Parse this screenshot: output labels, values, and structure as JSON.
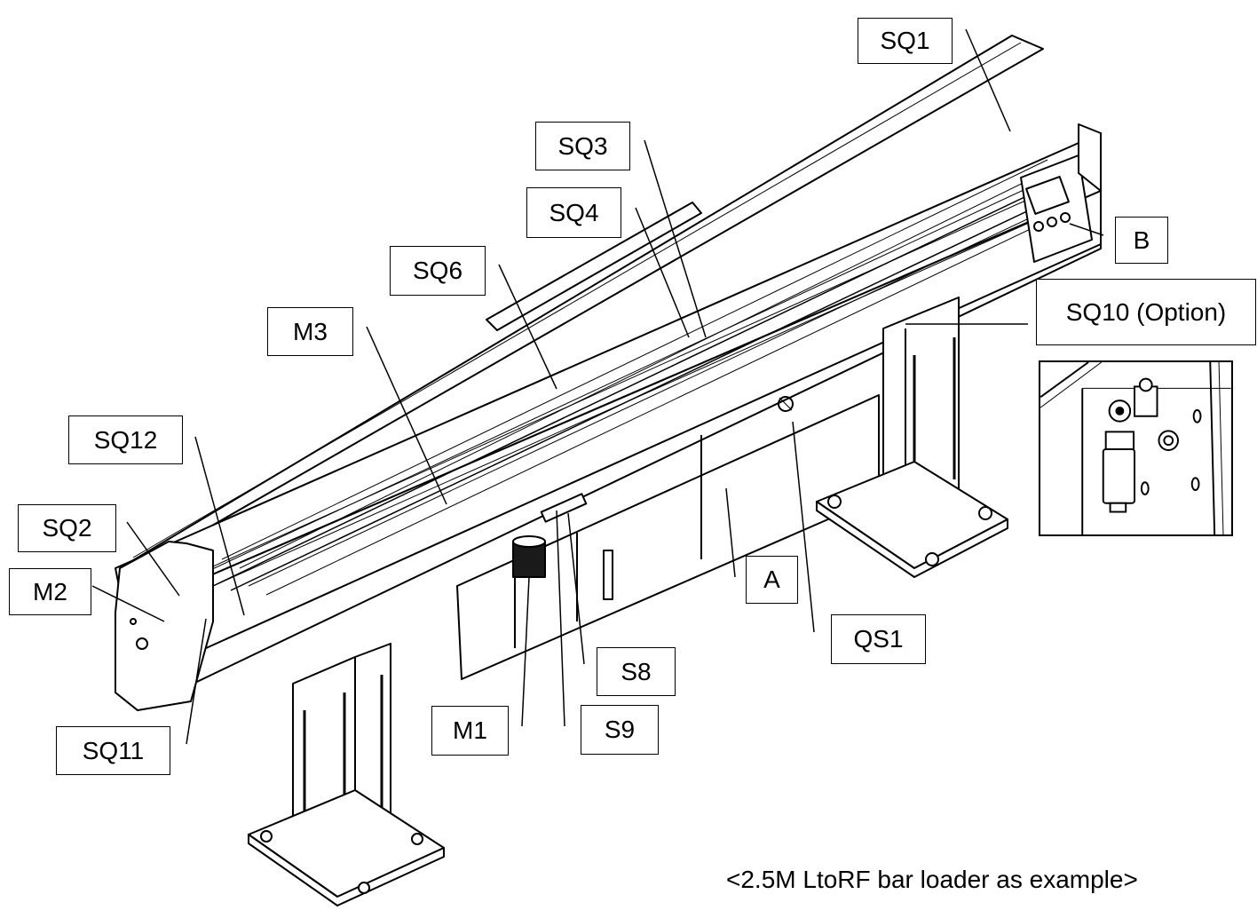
{
  "labels": {
    "sq1": "SQ1",
    "sq3": "SQ3",
    "sq4": "SQ4",
    "sq6": "SQ6",
    "m3": "M3",
    "sq12": "SQ12",
    "sq2": "SQ2",
    "m2": "M2",
    "sq11": "SQ11",
    "m1": "M1",
    "s9": "S9",
    "s8": "S8",
    "a": "A",
    "qs1": "QS1",
    "b": "B",
    "sq10": "SQ10 (Option)"
  },
  "caption": "<2.5M LtoRF bar loader as example>",
  "colors": {
    "line": "#000000",
    "background": "#ffffff",
    "shade": "#1a1a1a"
  }
}
